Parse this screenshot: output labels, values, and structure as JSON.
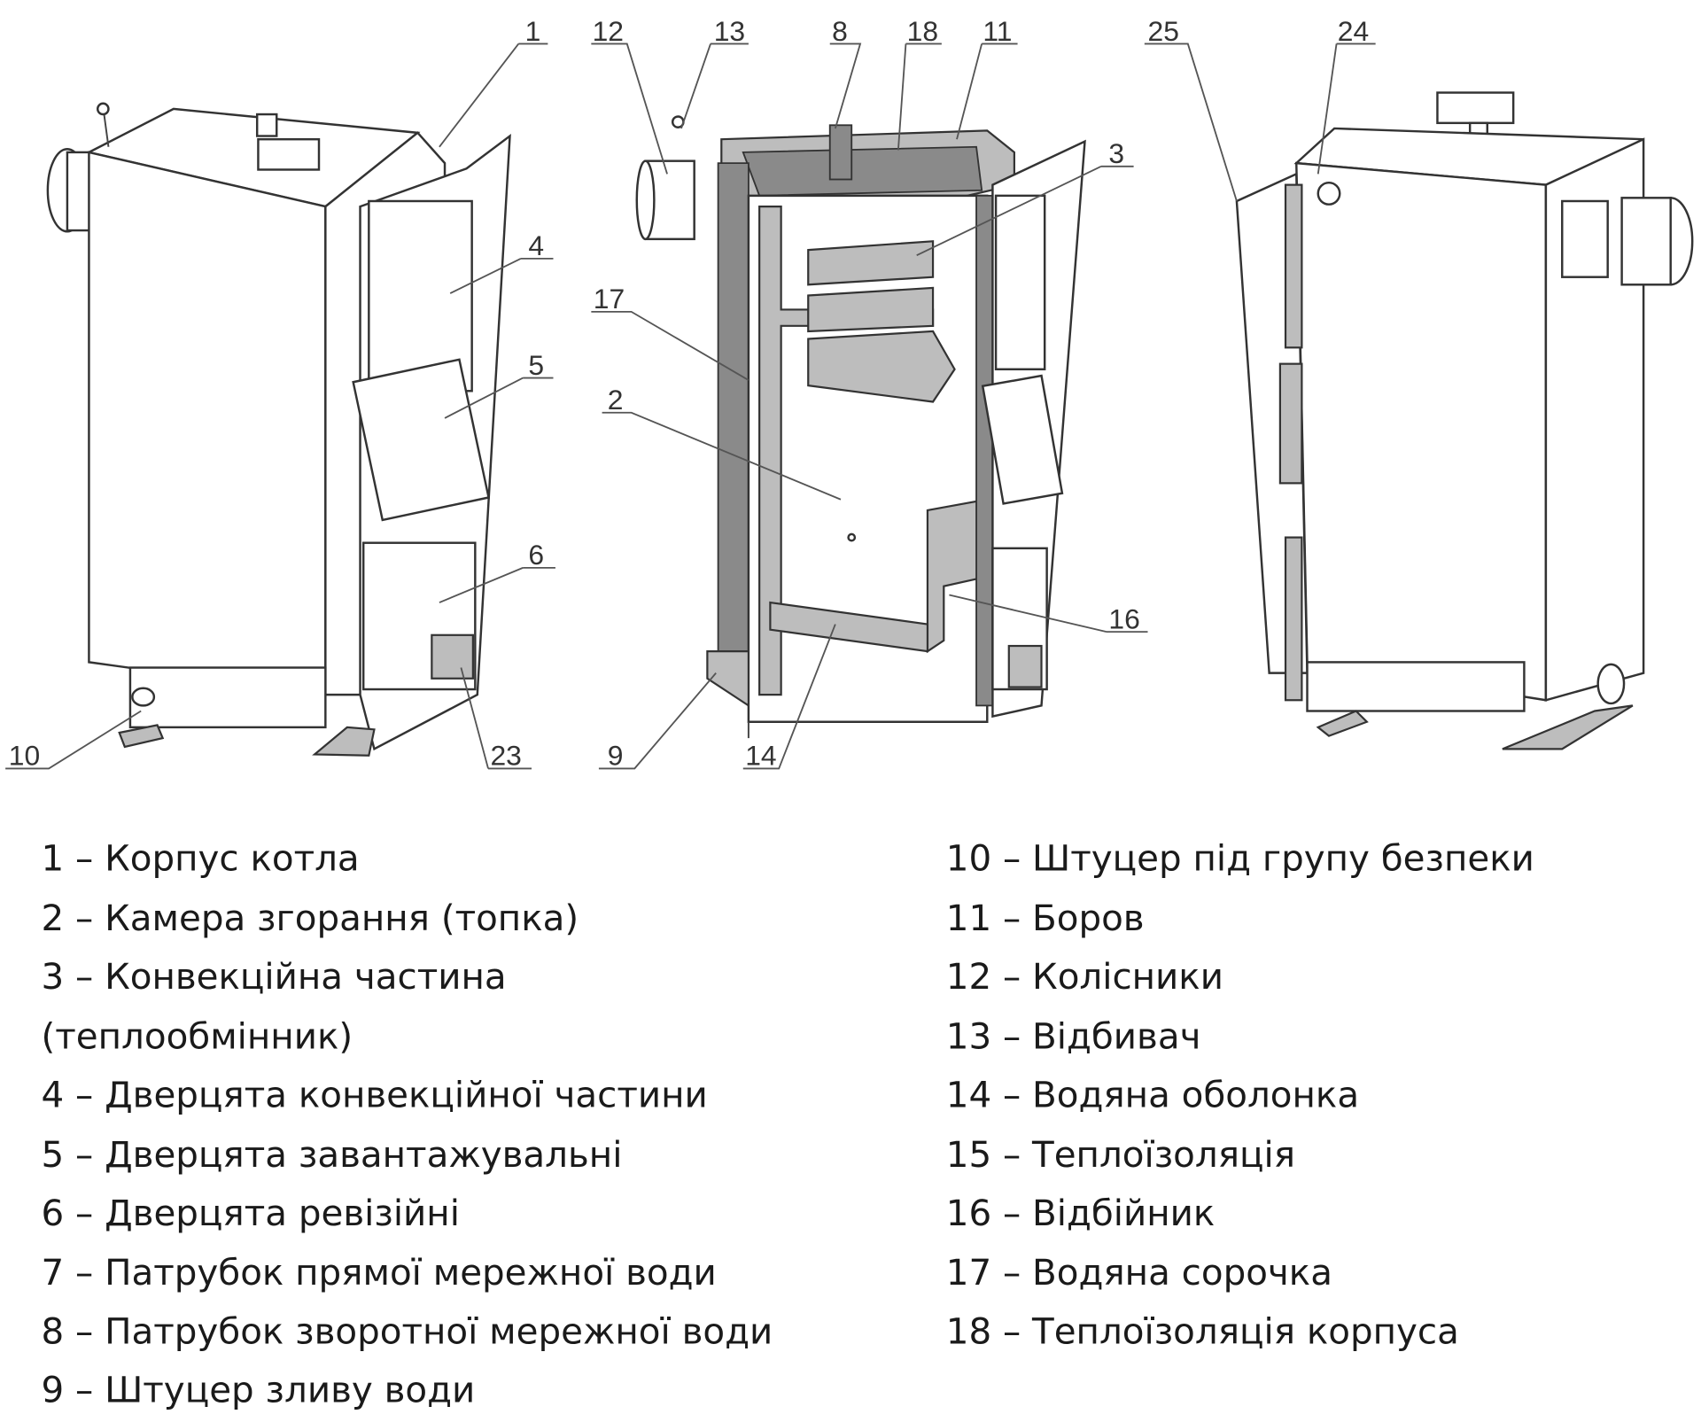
{
  "callouts": {
    "c1": "1",
    "c2": "2",
    "c3": "3",
    "c4": "4",
    "c5": "5",
    "c6": "6",
    "c8": "8",
    "c9": "9",
    "c10": "10",
    "c11": "11",
    "c12": "12",
    "c13": "13",
    "c14": "14",
    "c16": "16",
    "c17": "17",
    "c18": "18",
    "c23": "23",
    "c24": "24",
    "c25": "25"
  },
  "legend": {
    "left": [
      "1 – Корпус котла",
      "2 – Камера згорання (топка)",
      "3 – Конвекційна частина",
      "(теплообмінник)",
      "4 – Дверцята конвекційної частини",
      "5 – Дверцята завантажувальні",
      "6 – Дверцята ревізійні",
      "7 – Патрубок прямої мережної води",
      "8 – Патрубок зворотної мережної води",
      "9 – Штуцер зливу води"
    ],
    "right": [
      "10 – Штуцер під групу безпеки",
      "11 – Боров",
      "12 – Колісники",
      "13 – Відбивач",
      "14 – Водяна оболонка",
      "15 – Теплоїзоляція",
      "16 – Відбійник",
      "17 – Водяна сорочка",
      "18 – Теплоїзоляція корпуса"
    ]
  }
}
